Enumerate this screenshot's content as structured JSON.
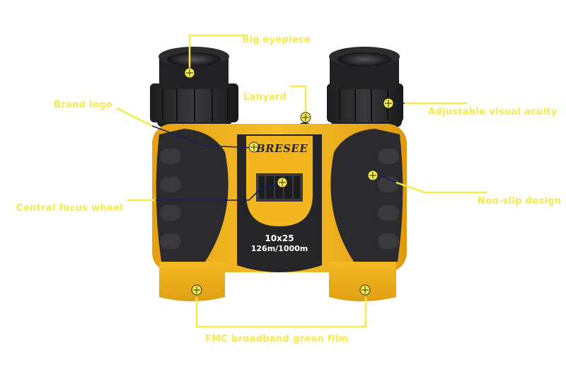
{
  "product": {
    "brand": "BRESEE",
    "model": "10x25",
    "field_of_view": "126m/1000m",
    "colors": {
      "body": "#f2b21a",
      "rubber": "#2b2b2e",
      "annotation": "#f6e94a",
      "leader_dark": "#1a1f5a",
      "background": "#ffffff"
    }
  },
  "annotations": [
    {
      "id": "big-eyepiece",
      "label": "Big eyepiece"
    },
    {
      "id": "brand-logo",
      "label": "Brand logo"
    },
    {
      "id": "lanyard",
      "label": "Lanyard"
    },
    {
      "id": "adjustable-visual-acuity",
      "label": "Adjustable visual acuity"
    },
    {
      "id": "non-slip-design",
      "label": "Non-slip design"
    },
    {
      "id": "central-focus-wheel",
      "label": "Central focus wheel"
    },
    {
      "id": "fmc-broadband-green-film",
      "label": "FMC broadband green film"
    }
  ]
}
